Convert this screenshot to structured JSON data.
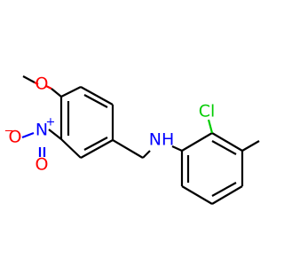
{
  "molecule": {
    "atoms": {
      "methoxy_o": "O",
      "nitro_n": "N",
      "nitro_plus": "+",
      "nitro_o_left": "O",
      "nitro_minus": "−",
      "nitro_o_bottom": "O",
      "amine": "NH",
      "chlorine": "Cl"
    },
    "colors": {
      "bond": "#000000",
      "oxygen": "#ff0000",
      "nitrogen": "#0000ff",
      "chlorine": "#00cc00"
    }
  }
}
